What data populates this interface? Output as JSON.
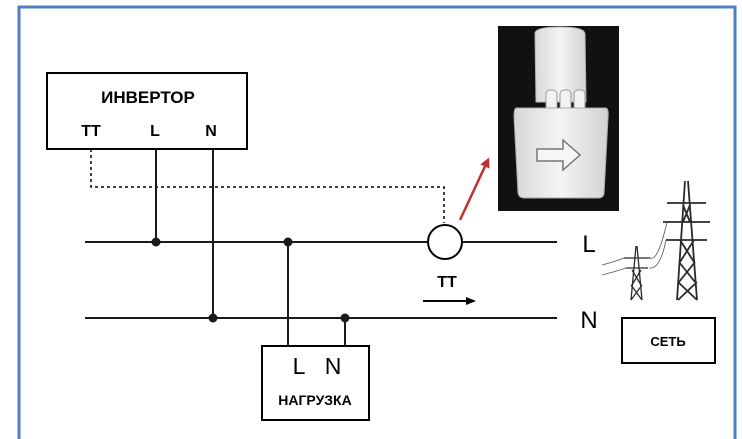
{
  "diagram": {
    "inverter": {
      "title": "ИНВЕРТОР",
      "terminal_tt": "TT",
      "terminal_l": "L",
      "terminal_n": "N"
    },
    "load": {
      "terminal_l": "L",
      "terminal_n": "N",
      "title": "НАГРУЗКА"
    },
    "sensor_label": "TT",
    "line_l_label": "L",
    "line_n_label": "N",
    "grid_label": "СЕТЬ"
  },
  "colors": {
    "frame_border": "#4f7fbf",
    "wire": "#1a1a1a",
    "pointer_arrow": "#c0302e",
    "photo_background": "#111111",
    "clamp_body": "#ededed"
  }
}
